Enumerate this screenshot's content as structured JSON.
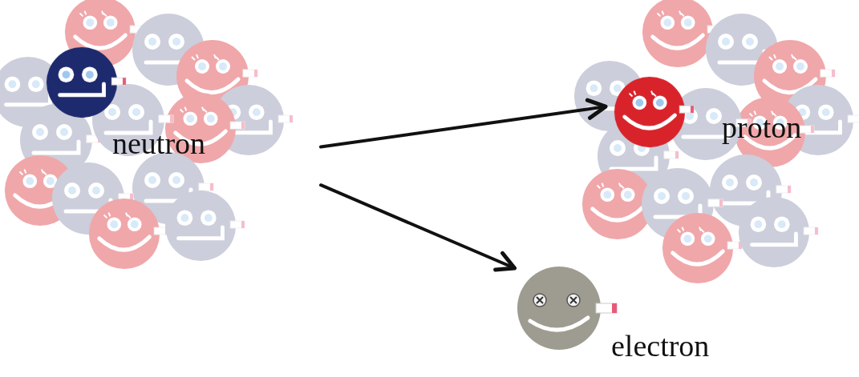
{
  "diagram": {
    "nodes": [
      {
        "text": [
          "neutron"
        ]
      },
      {
        "text": [
          "proton"
        ]
      },
      {
        "text": [
          "electron"
        ]
      }
    ],
    "edges": [
      {
        "from": 0,
        "to": 1,
        "arrow": "to"
      },
      {
        "from": 0,
        "to": 2,
        "arrow": "to"
      }
    ]
  }
}
